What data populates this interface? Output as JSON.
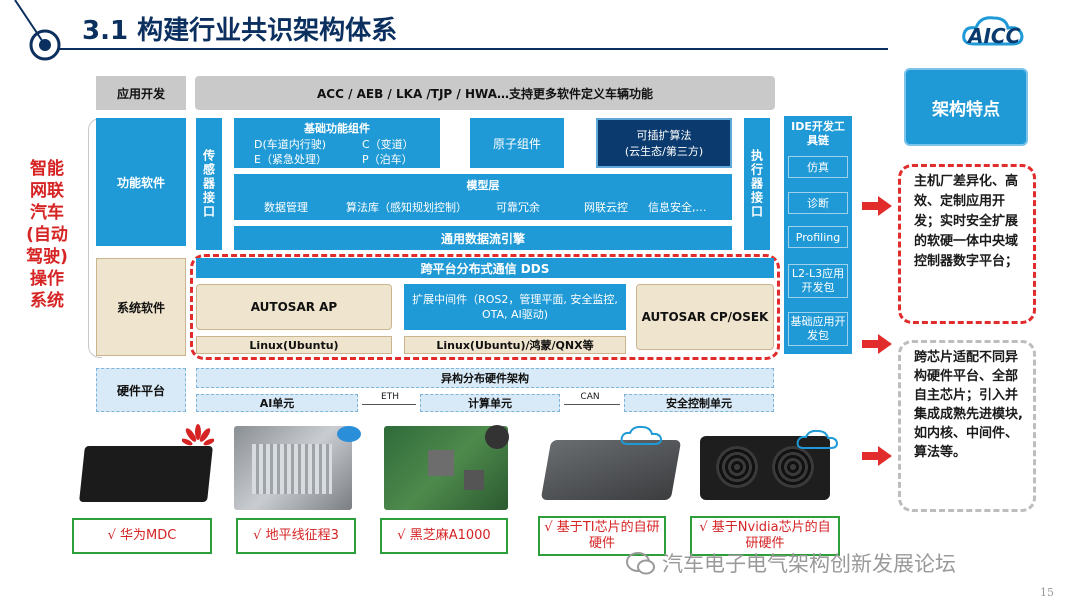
{
  "header": {
    "title": "3.1 构建行业共识架构体系",
    "logo_text": "AICC"
  },
  "left_label": "智能网联汽车(自动驾驶)操作系统",
  "rows": {
    "app_dev": {
      "label": "应用开发",
      "content": "ACC / AEB / LKA /TJP / HWA…支持更多软件定义车辆功能"
    },
    "func_sw": "功能软件",
    "sys_sw": "系统软件",
    "hw_platform": "硬件平台"
  },
  "func": {
    "sensor_if": "传感器接口",
    "exec_if": "执行器接口",
    "basic_title": "基础功能组件",
    "basic_items": [
      "D(车道内行驶)",
      "C（变道）",
      "E（紧急处理）",
      "P（泊车）"
    ],
    "atomic": "原子组件",
    "plugin": "可插扩算法\n(云生态/第三方)",
    "model_title": "模型层",
    "model_items": [
      "数据管理",
      "算法库（感知规划控制）",
      "可靠冗余",
      "网联云控",
      "信息安全,…"
    ],
    "data_engine": "通用数据流引擎"
  },
  "sys": {
    "dds": "跨平台分布式通信 DDS",
    "autosar_ap": "AUTOSAR AP",
    "middleware": "扩展中间件（ROS2，管理平面, 安全监控, OTA, AI驱动)",
    "autosar_cp": "AUTOSAR CP/OSEK",
    "linux1": "Linux(Ubuntu)",
    "linux2": "Linux(Ubuntu)/鸿蒙/QNX等"
  },
  "hw": {
    "arch": "异构分布硬件架构",
    "ai_unit": "AI单元",
    "eth": "ETH",
    "compute_unit": "计算单元",
    "can": "CAN",
    "safety_unit": "安全控制单元"
  },
  "ide": {
    "title": "IDE开发工具链",
    "items": [
      "仿真",
      "诊断",
      "Profiling",
      "L2-L3应用开发包",
      "基础应用开发包"
    ]
  },
  "features": {
    "title": "架构特点",
    "top": "主机厂差异化、高效、定制应用开发；实时安全扩展的软硬一体中央域控制器数字平台；",
    "bottom": "跨芯片适配不同异构硬件平台、全部自主芯片；引入并集成成熟先进模块,如内核、中间件、算法等。"
  },
  "hardware_products": [
    "√ 华为MDC",
    "√ 地平线征程3",
    "√ 黑芝麻A1000",
    "√ 基于TI芯片的自研硬件",
    "√ 基于Nvidia芯片的自研硬件"
  ],
  "footer": {
    "watermark": "汽车电子电气架构创新发展论坛",
    "page": "15"
  },
  "colors": {
    "primary_blue": "#1f9ad6",
    "title_navy": "#0b2f5e",
    "accent_red": "#e22b2b",
    "label_green": "#2e9e3a"
  }
}
